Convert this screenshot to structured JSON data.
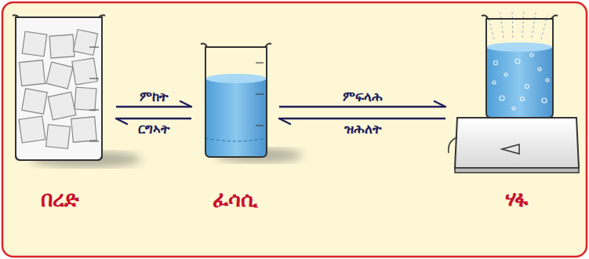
{
  "diagram": {
    "nodes": [
      {
        "text": [
          "በረድ"
        ]
      },
      {
        "text": [
          "ፈሳሲ"
        ]
      },
      {
        "text": [
          "ሃፋ"
        ]
      }
    ],
    "edges": [
      {
        "from": 0,
        "to": 1,
        "label": "ምከት",
        "arrow": "to"
      },
      {
        "from": 1,
        "to": 0,
        "label": "ርግኣት",
        "arrow": "to"
      },
      {
        "from": 1,
        "to": 2,
        "label": "ምፍላሕ",
        "arrow": "to"
      },
      {
        "from": 2,
        "to": 1,
        "label": "ዝሕለት",
        "arrow": "to"
      }
    ]
  }
}
